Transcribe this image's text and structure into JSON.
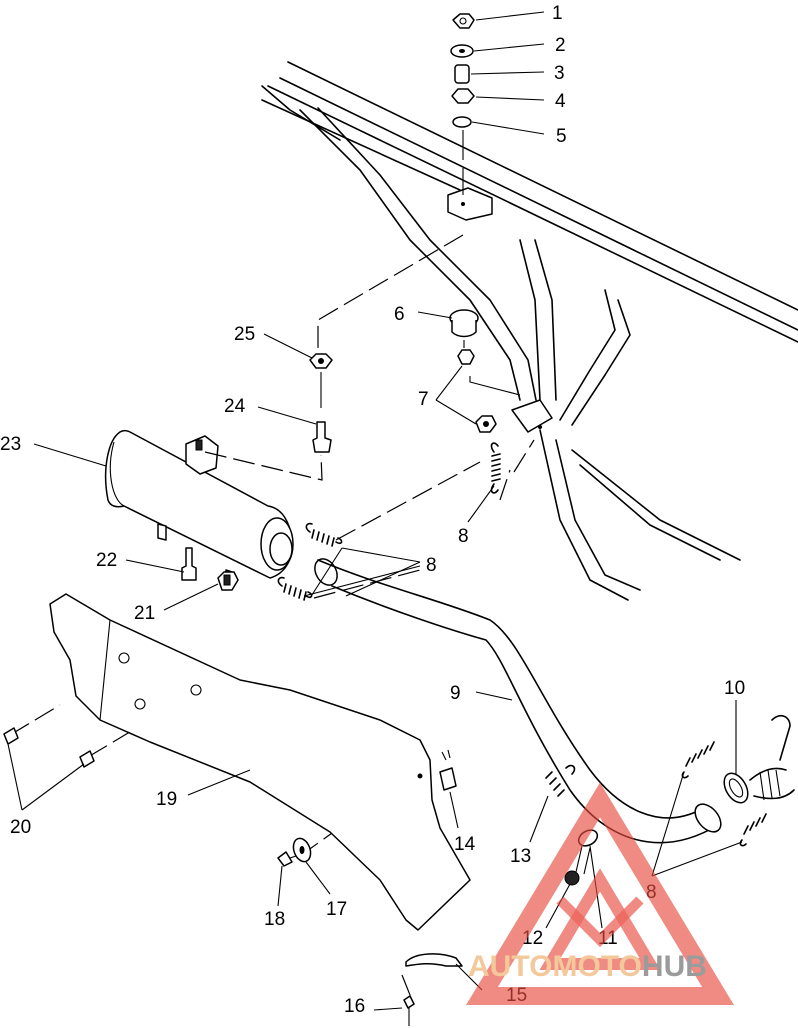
{
  "watermark": {
    "brand_part1": "AUTOMOTO",
    "brand_part2": "HUB",
    "logo_color": "#e8493f",
    "text_color_1": "#f2bf8a",
    "text_color_2": "#8a8a8a"
  },
  "callouts": {
    "c1": "1",
    "c2": "2",
    "c3": "3",
    "c4": "4",
    "c5": "5",
    "c6": "6",
    "c7": "7",
    "c8a": "8",
    "c8b": "8",
    "c8c": "8",
    "c9": "9",
    "c10": "10",
    "c11": "11",
    "c12": "12",
    "c13": "13",
    "c14": "14",
    "c15": "15",
    "c16": "16",
    "c17": "17",
    "c18": "18",
    "c19": "19",
    "c20": "20",
    "c21": "21",
    "c22": "22",
    "c23": "23",
    "c24": "24",
    "c25": "25"
  }
}
